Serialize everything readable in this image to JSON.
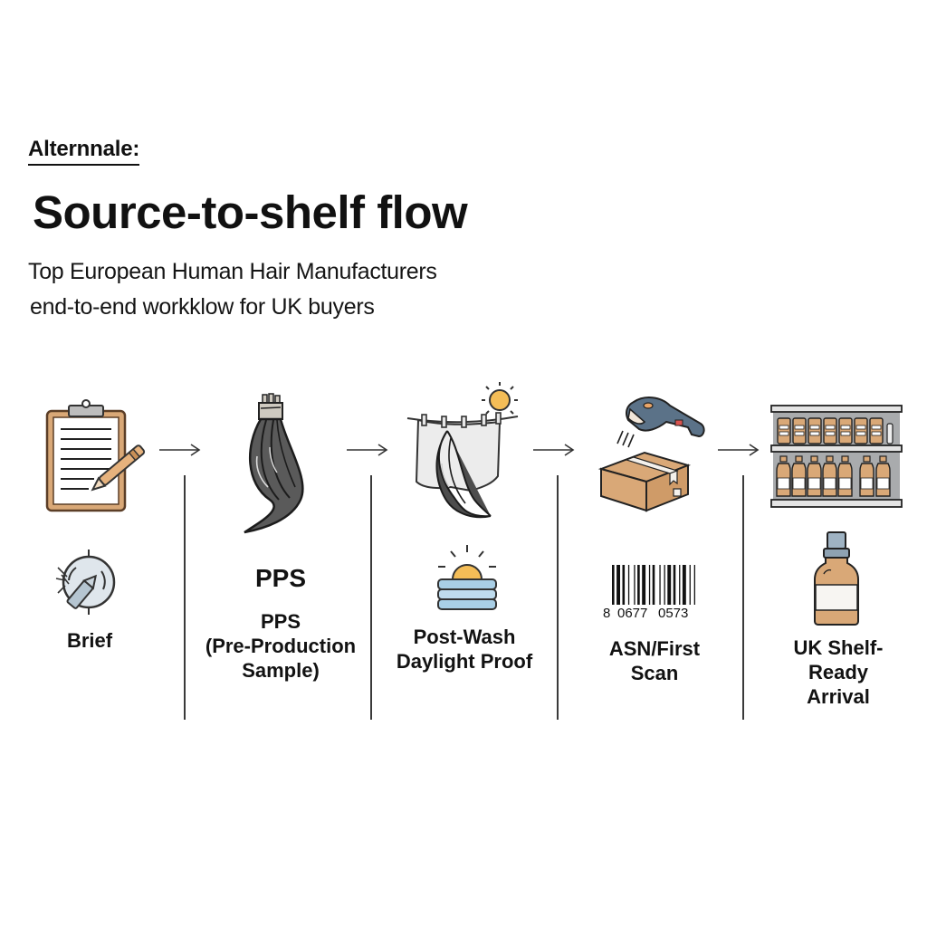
{
  "header": {
    "eyebrow": "Alternnale:",
    "title": "Source-to-shelf flow",
    "subtitle_lines": [
      "Top European Human Hair Manufacturers",
      "end-to-end workklow for UK buyers"
    ]
  },
  "colors": {
    "background": "#ffffff",
    "text": "#111111",
    "kraft": "#d9a877",
    "kraft_stroke": "#9b6c44",
    "hair": "#5a5a5a",
    "sun": "#f4bd57",
    "scanner": "#5b7288",
    "shelf_gray": "#a9abad",
    "towel_blue": "#a9cfe6"
  },
  "steps": [
    {
      "id": "brief",
      "main_icon": "clipboard-pen-icon",
      "secondary_icon": "crystal-ball-pen-icon",
      "label_lines": [
        "Brief"
      ]
    },
    {
      "id": "pps",
      "main_icon": "hair-bundle-icon",
      "heading": "PPS",
      "label_lines": [
        "PPS",
        "(Pre-Production",
        "Sample)"
      ]
    },
    {
      "id": "post-wash",
      "main_icon": "clothesline-hair-sun-icon",
      "secondary_icon": "sun-over-towels-icon",
      "label_lines": [
        "Post-Wash",
        "Daylight Proof"
      ]
    },
    {
      "id": "asn",
      "main_icon": "barcode-scanner-box-icon",
      "secondary_icon": "barcode-icon",
      "barcode_digits": [
        "8",
        "0677",
        "0573"
      ],
      "label_lines": [
        "ASN/First",
        "Scan"
      ]
    },
    {
      "id": "uk-shelf",
      "main_icon": "retail-shelf-icon",
      "secondary_icon": "dropper-bottle-icon",
      "label_lines": [
        "UK Shelf-",
        "Ready",
        "Arrival"
      ]
    }
  ],
  "connectors": {
    "arrow_icon": "right-arrow-icon",
    "count": 4
  }
}
